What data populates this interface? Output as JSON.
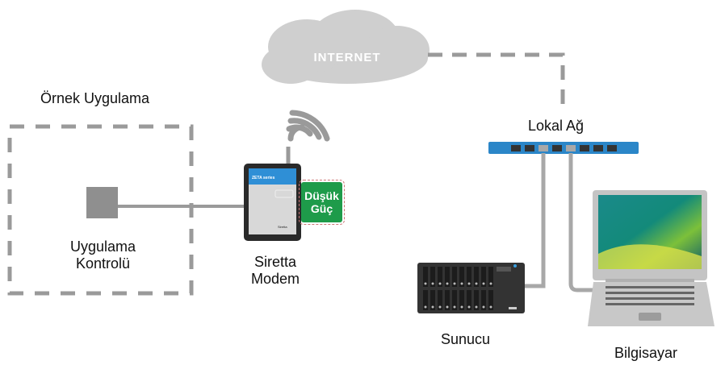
{
  "diagram": {
    "internet_label": "INTERNET",
    "example_app_label": "Örnek Uygulama",
    "app_control_label_line1": "Uygulama",
    "app_control_label_line2": "Kontrolü",
    "modem_label_line1": "Siretta",
    "modem_label_line2": "Modem",
    "modem_brand_text": "ZETA series",
    "modem_logo_text": "Siretta",
    "low_power_badge_line1": "Düşük",
    "low_power_badge_line2": "Güç",
    "local_network_label": "Lokal Ağ",
    "server_label": "Sunucu",
    "computer_label": "Bilgisayar",
    "colors": {
      "connector_gray": "#9a9a9a",
      "switch_blue": "#2b86c8",
      "badge_green": "#1e9b4a",
      "cloud_gray": "#cfcfcf",
      "modem_blue": "#2f8fd6"
    }
  }
}
